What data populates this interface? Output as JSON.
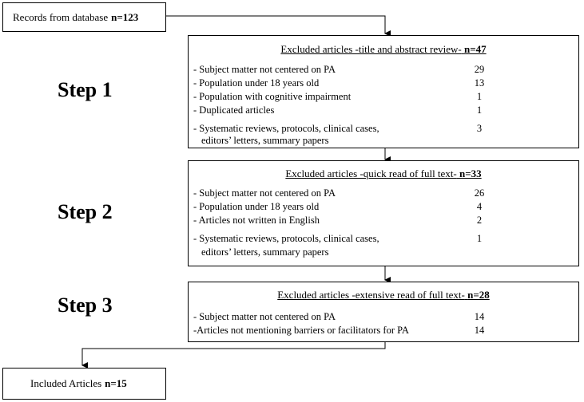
{
  "records": {
    "label": "Records from database",
    "n": "n=123"
  },
  "steps": [
    "Step 1",
    "Step 2",
    "Step 3"
  ],
  "boxes": [
    {
      "title": "Excluded articles -title and abstract review-",
      "n": "n=47",
      "rows": [
        {
          "label": "- Subject matter not centered on PA",
          "count": "29"
        },
        {
          "label": "- Population under 18 years old",
          "count": "13"
        },
        {
          "label": "- Population with cognitive impairment",
          "count": "1"
        },
        {
          "label": "- Duplicated articles",
          "count": "1"
        },
        {
          "label": "- Systematic reviews, protocols, clinical cases,",
          "label2": "editors’ letters, summary papers",
          "count": "3"
        }
      ]
    },
    {
      "title": "Excluded articles -quick read of full text-",
      "n": "n=33",
      "rows": [
        {
          "label": "- Subject matter not centered on PA",
          "count": "26"
        },
        {
          "label": "- Population under 18 years old",
          "count": "4"
        },
        {
          "label": "- Articles not written in English",
          "count": "2"
        },
        {
          "label": "- Systematic reviews, protocols, clinical cases,",
          "label2": "editors’ letters, summary papers",
          "count": "1"
        }
      ]
    },
    {
      "title": "Excluded articles -extensive read of full text-",
      "n": "n=28",
      "rows": [
        {
          "label": "- Subject matter not centered on PA",
          "count": "14"
        },
        {
          "label": "-Articles not mentioning barriers or facilitators for PA",
          "count": "14"
        }
      ]
    }
  ],
  "included": {
    "label": "Included Articles",
    "n": "n=15"
  }
}
